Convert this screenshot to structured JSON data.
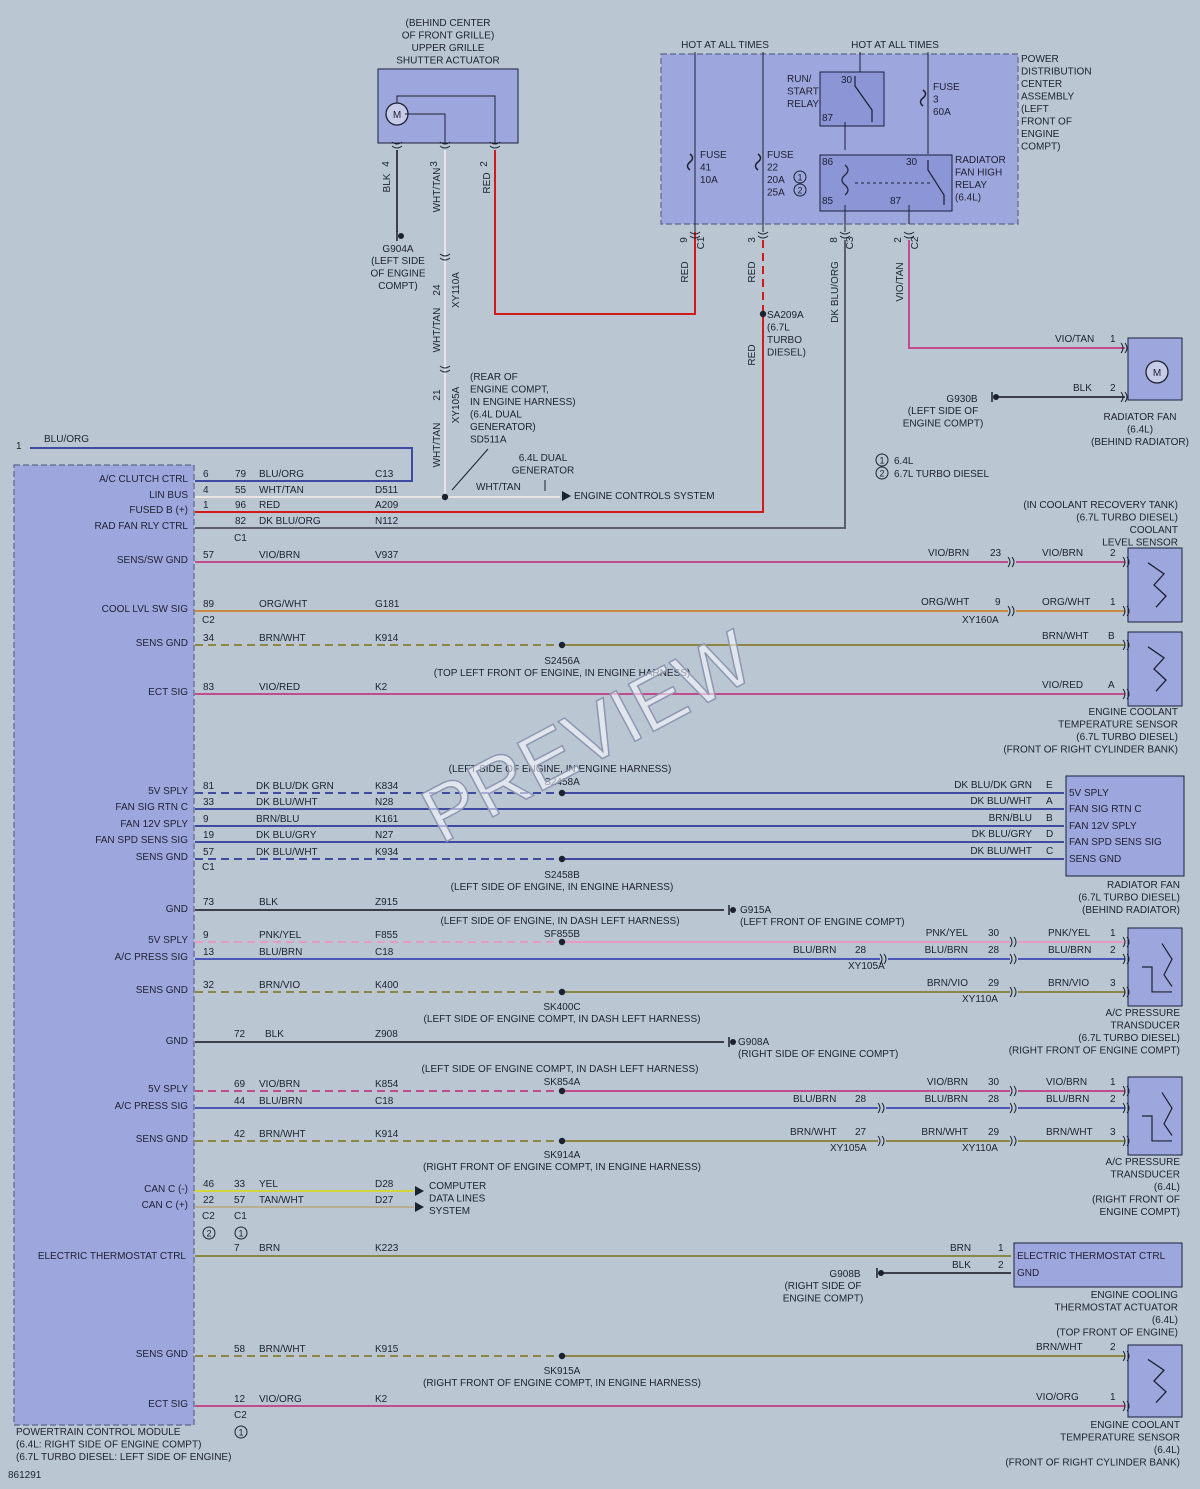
{
  "colors": {
    "black": "#3a3f4a",
    "white_tan": "#e8e6df",
    "red": "#d11b1b",
    "dk_blu": "#3e4ba0",
    "violet": "#c24a8f",
    "orange": "#c98a3d",
    "brown": "#8e8744",
    "blue": "#4b58b8",
    "pink": "#e79ac6",
    "yellow": "#d4d43b",
    "tan": "#b7ad90",
    "grey": "#5a5f6a",
    "module_fill": "#9ea7dd"
  },
  "grille": {
    "title": [
      "(BEHIND CENTER",
      "OF FRONT GRILLE)",
      "UPPER GRILLE",
      "SHUTTER ACTUATOR"
    ],
    "pins": [
      "4",
      "3",
      "2"
    ],
    "wires": [
      "BLK",
      "WHT/TAN",
      "RED"
    ],
    "ground": "G904A",
    "ground_note": [
      "(LEFT SIDE",
      "OF ENGINE",
      "COMPT)"
    ],
    "conn_a": "XY110A",
    "conn_a_pin": "24",
    "conn_b": "XY105A",
    "conn_b_pin": "21",
    "splice": [
      "(REAR OF",
      "ENGINE COMPT,",
      "IN ENGINE HARNESS)",
      "(6.4L DUAL",
      "GENERATOR)",
      "SD511A"
    ],
    "gen_note": [
      "6.4L DUAL",
      "GENERATOR"
    ],
    "gen_wire": "WHT/TAN",
    "engine_ctrl": "ENGINE CONTROLS SYSTEM"
  },
  "pdc": {
    "hot1": "HOT AT ALL TIMES",
    "hot2": "HOT AT ALL TIMES",
    "title": [
      "POWER",
      "DISTRIBUTION",
      "CENTER",
      "ASSEMBLY",
      "(LEFT",
      "FRONT OF",
      "ENGINE",
      "COMPT)"
    ],
    "fuse41": [
      "FUSE",
      "41",
      "10A"
    ],
    "fuse22": [
      "FUSE",
      "22",
      "20A",
      "25A"
    ],
    "fuse3": [
      "FUSE",
      "3",
      "60A"
    ],
    "run_relay": [
      "RUN/",
      "START",
      "RELAY"
    ],
    "fan_relay": [
      "RADIATOR",
      "FAN HIGH",
      "RELAY",
      "(6.4L)"
    ],
    "relay_pins": [
      "30",
      "87",
      "86",
      "85",
      "30",
      "87"
    ],
    "conn_pins": [
      "9",
      "3",
      "8",
      "2"
    ],
    "conn_names": [
      "C1",
      "C3",
      "C2"
    ],
    "wire_red1": "RED",
    "wire_red2": "RED",
    "wire_dkbo": "DK BLU/ORG",
    "wire_viotan": "VIO/TAN",
    "splice": [
      "SA209A",
      "(6.7L",
      "TURBO",
      "DIESEL)"
    ],
    "badge1": "1",
    "badge2": "2"
  },
  "legend": {
    "items": [
      {
        "num": "1",
        "label": "6.4L"
      },
      {
        "num": "2",
        "label": "6.7L TURBO DIESEL"
      }
    ]
  },
  "radfan64": {
    "title": [
      "RADIATOR FAN",
      "(6.4L)",
      "(BEHIND RADIATOR)"
    ],
    "w1": "VIO/TAN",
    "p1": "1",
    "w2": "BLK",
    "p2": "2",
    "ground": "G930B",
    "ground_note": [
      "(LEFT SIDE OF",
      "ENGINE COMPT)"
    ]
  },
  "bluorg": {
    "pin": "1",
    "wire": "BLU/ORG"
  },
  "pcm_top": [
    {
      "label": "A/C CLUTCH CTRL",
      "pin_a": "6",
      "pin_b": "79",
      "wire": "BLU/ORG",
      "circuit": "C13"
    },
    {
      "label": "LIN BUS",
      "pin_a": "4",
      "pin_b": "55",
      "wire": "WHT/TAN",
      "circuit": "D511"
    },
    {
      "label": "FUSED B (+)",
      "pin_a": "1",
      "pin_b": "96",
      "wire": "RED",
      "circuit": "A209"
    },
    {
      "label": "RAD FAN RLY CTRL",
      "pin_a": "",
      "pin_b": "82",
      "wire": "DK BLU/ORG",
      "circuit": "N112"
    }
  ],
  "c1": "C1",
  "coolant_level": {
    "title": [
      "(IN COOLANT RECOVERY TANK)",
      "(6.7L TURBO DIESEL)",
      "COOLANT",
      "LEVEL SENSOR"
    ],
    "rows": [
      {
        "label": "SENS/SW GND",
        "pin": "57",
        "wire": "VIO/BRN",
        "circuit": "V937",
        "r_wire": "VIO/BRN",
        "r_pin": "23",
        "s_wire": "VIO/BRN",
        "s_pin": "2"
      },
      {
        "label": "COOL LVL SW SIG",
        "pin": "89",
        "wire": "ORG/WHT",
        "circuit": "G181",
        "r_wire": "ORG/WHT",
        "r_pin": "9",
        "s_wire": "ORG/WHT",
        "s_pin": "1"
      }
    ],
    "c2": "C2",
    "conn": "XY160A"
  },
  "ect1": {
    "rows": [
      {
        "label": "SENS GND",
        "pin": "34",
        "wire": "BRN/WHT",
        "circuit": "K914",
        "s_wire": "BRN/WHT",
        "s_pin": "B"
      },
      {
        "label": "ECT SIG",
        "pin": "83",
        "wire": "VIO/RED",
        "circuit": "K2",
        "s_wire": "VIO/RED",
        "s_pin": "A"
      }
    ],
    "splice": "S2456A",
    "splice_note": "(TOP LEFT FRONT OF ENGINE, IN ENGINE HARNESS)",
    "title": [
      "ENGINE COOLANT",
      "TEMPERATURE SENSOR",
      "(6.7L TURBO DIESEL)",
      "(FRONT OF RIGHT CYLINDER BANK)"
    ]
  },
  "fan67": {
    "splice_top_note": "(LEFT SIDE OF ENGINE, IN ENGINE HARNESS)",
    "splice_top": "S2458A",
    "splice_bot": "S2458B",
    "splice_bot_note": "(LEFT SIDE OF ENGINE, IN ENGINE HARNESS)",
    "rows": [
      {
        "label": "5V SPLY",
        "pin": "81",
        "wire": "DK BLU/DK GRN",
        "circuit": "K834",
        "s_wire": "DK BLU/DK GRN",
        "s_pin": "E",
        "s_label": "5V SPLY"
      },
      {
        "label": "FAN SIG RTN C",
        "pin": "33",
        "wire": "DK BLU/WHT",
        "circuit": "N28",
        "s_wire": "DK BLU/WHT",
        "s_pin": "A",
        "s_label": "FAN SIG RTN C"
      },
      {
        "label": "FAN 12V SPLY",
        "pin": "9",
        "wire": "BRN/BLU",
        "circuit": "K161",
        "s_wire": "BRN/BLU",
        "s_pin": "B",
        "s_label": "FAN 12V SPLY"
      },
      {
        "label": "FAN SPD SENS SIG",
        "pin": "19",
        "wire": "DK BLU/GRY",
        "circuit": "N27",
        "s_wire": "DK BLU/GRY",
        "s_pin": "D",
        "s_label": "FAN SPD SENS SIG"
      },
      {
        "label": "SENS GND",
        "pin": "57",
        "wire": "DK BLU/WHT",
        "circuit": "K934",
        "s_wire": "DK BLU/WHT",
        "s_pin": "C",
        "s_label": "SENS GND"
      }
    ],
    "c1": "C1",
    "title": [
      "RADIATOR FAN",
      "(6.7L TURBO DIESEL)",
      "(BEHIND RADIATOR)"
    ]
  },
  "gnd1": {
    "label": "GND",
    "pin": "73",
    "wire": "BLK",
    "circuit": "Z915",
    "ground": "G915A",
    "ground_note": "(LEFT FRONT OF ENGINE COMPT)"
  },
  "acp1": {
    "splice_note_top": "(LEFT SIDE OF ENGINE, IN DASH LEFT HARNESS)",
    "splice_top": "SF855B",
    "splice_bot": "SK400C",
    "splice_bot_note": "(LEFT SIDE OF ENGINE COMPT, IN DASH LEFT HARNESS)",
    "rows": [
      {
        "label": "5V SPLY",
        "pin": "9",
        "wire": "PNK/YEL",
        "circuit": "F855",
        "r_wire": "PNK/YEL",
        "r_pin": "30",
        "s_wire": "PNK/YEL",
        "s_pin": "1"
      },
      {
        "label": "A/C PRESS SIG",
        "pin": "13",
        "wire": "BLU/BRN",
        "circuit": "C18",
        "m_wire": "BLU/BRN",
        "m_pin": "28",
        "r_wire": "BLU/BRN",
        "r_pin": "28",
        "s_wire": "BLU/BRN",
        "s_pin": "2"
      },
      {
        "label": "SENS GND",
        "pin": "32",
        "wire": "BRN/VIO",
        "circuit": "K400",
        "r_wire": "BRN/VIO",
        "r_pin": "29",
        "s_wire": "BRN/VIO",
        "s_pin": "3"
      }
    ],
    "conn_m": "XY105A",
    "conn_r": "XY110A",
    "title": [
      "A/C PRESSURE",
      "TRANSDUCER",
      "(6.7L TURBO DIESEL)",
      "(RIGHT FRONT OF ENGINE COMPT)"
    ]
  },
  "gnd2": {
    "label": "GND",
    "pin": "72",
    "wire": "BLK",
    "circuit": "Z908",
    "ground": "G908A",
    "ground_note": "(RIGHT SIDE OF ENGINE COMPT)"
  },
  "acp2": {
    "splice_note_top": "(LEFT SIDE OF ENGINE COMPT, IN DASH LEFT HARNESS)",
    "splice_top": "SK854A",
    "splice_bot": "SK914A",
    "splice_bot_note": "(RIGHT FRONT OF ENGINE COMPT, IN ENGINE HARNESS)",
    "rows": [
      {
        "label": "5V SPLY",
        "pin": "69",
        "wire": "VIO/BRN",
        "circuit": "K854",
        "r_wire": "VIO/BRN",
        "r_pin": "30",
        "s_wire": "VIO/BRN",
        "s_pin": "1"
      },
      {
        "label": "A/C PRESS SIG",
        "pin": "44",
        "wire": "BLU/BRN",
        "circuit": "C18",
        "m_wire": "BLU/BRN",
        "m_pin": "28",
        "r_wire": "BLU/BRN",
        "r_pin": "28",
        "s_wire": "BLU/BRN",
        "s_pin": "2"
      },
      {
        "label": "SENS GND",
        "pin": "42",
        "wire": "BRN/WHT",
        "circuit": "K914",
        "m_wire": "BRN/WHT",
        "m_pin": "27",
        "r_wire": "BRN/WHT",
        "r_pin": "29",
        "s_wire": "BRN/WHT",
        "s_pin": "3"
      }
    ],
    "conn_m": "XY105A",
    "conn_r": "XY110A",
    "title": [
      "A/C PRESSURE",
      "TRANSDUCER",
      "(6.4L)",
      "(RIGHT FRONT OF",
      "ENGINE COMPT)"
    ]
  },
  "can": {
    "rows": [
      {
        "label": "CAN C (-)",
        "pin_a": "46",
        "pin_b": "33",
        "wire": "YEL",
        "circuit": "D28"
      },
      {
        "label": "CAN C (+)",
        "pin_a": "22",
        "pin_b": "57",
        "wire": "TAN/WHT",
        "circuit": "D27"
      }
    ],
    "c2": "C2",
    "c1": "C1",
    "badge2": "2",
    "badge1": "1",
    "system": [
      "COMPUTER",
      "DATA LINES",
      "SYSTEM"
    ]
  },
  "thermo": {
    "label": "ELECTRIC THERMOSTAT CTRL",
    "pin": "7",
    "wire": "BRN",
    "circuit": "K223",
    "s_wire1": "BRN",
    "s_pin1": "1",
    "s_wire2": "BLK",
    "s_pin2": "2",
    "box_l1": "ELECTRIC THERMOSTAT CTRL",
    "box_l2": "GND",
    "ground": "G908B",
    "ground_note": [
      "(RIGHT SIDE OF",
      "ENGINE COMPT)"
    ],
    "title": [
      "ENGINE COOLING",
      "THERMOSTAT ACTUATOR",
      "(6.4L)",
      "(TOP FRONT OF ENGINE)"
    ]
  },
  "ect2": {
    "rows": [
      {
        "label": "SENS GND",
        "pin": "58",
        "wire": "BRN/WHT",
        "circuit": "K915",
        "s_wire": "BRN/WHT",
        "s_pin": "2"
      },
      {
        "label": "ECT SIG",
        "pin": "12",
        "wire": "VIO/ORG",
        "circuit": "K2",
        "s_wire": "VIO/ORG",
        "s_pin": "1"
      }
    ],
    "splice": "SK915A",
    "splice_note": "(RIGHT FRONT OF ENGINE COMPT, IN ENGINE HARNESS)",
    "c2": "C2",
    "badge": "1",
    "title": [
      "ENGINE COOLANT",
      "TEMPERATURE SENSOR",
      "(6.4L)",
      "(FRONT OF RIGHT CYLINDER BANK)"
    ]
  },
  "pcm": {
    "title": "POWERTRAIN CONTROL MODULE",
    "note1": "(6.4L: RIGHT SIDE OF ENGINE COMPT)",
    "note2": "(6.7L TURBO DIESEL: LEFT SIDE OF ENGINE)"
  },
  "figure_id": "861291",
  "watermark": "PREVIEW"
}
